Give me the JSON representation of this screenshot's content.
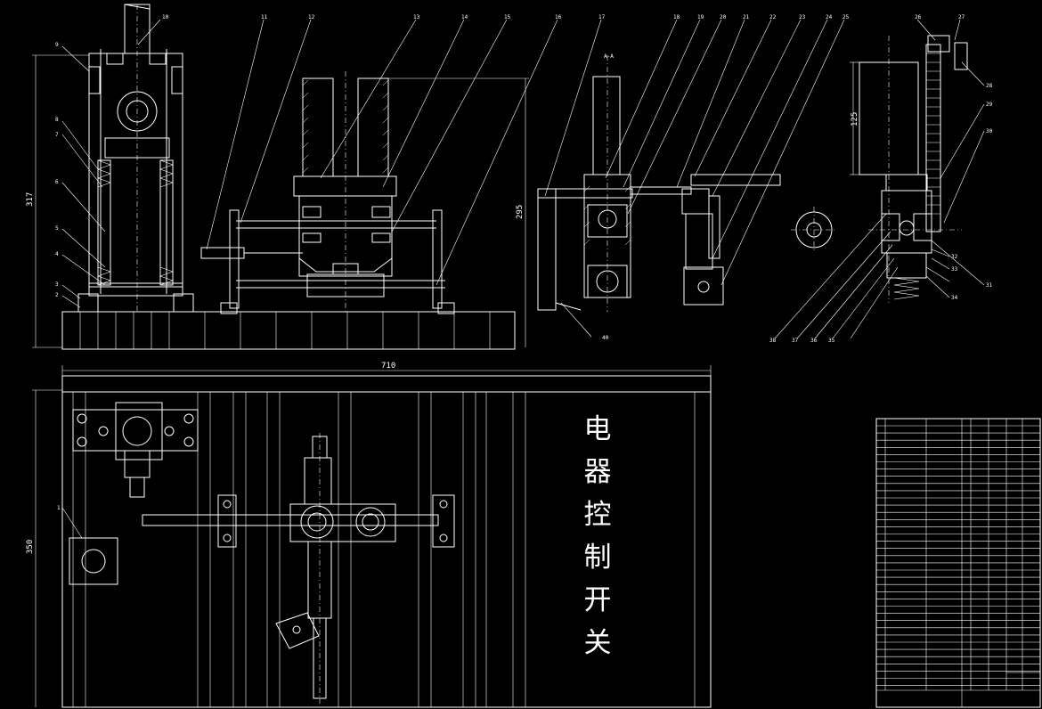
{
  "dimensions": {
    "front_height": "317",
    "middle_height": "295",
    "right_height": "125",
    "plan_width": "710",
    "plan_height": "350"
  },
  "part_numbers_top": [
    "10",
    "11",
    "12",
    "13",
    "14",
    "15",
    "16",
    "17",
    "18",
    "19",
    "20",
    "21",
    "22",
    "23",
    "24",
    "25",
    "26",
    "27"
  ],
  "part_numbers_left": [
    "9",
    "8",
    "7",
    "6",
    "5",
    "4",
    "3",
    "2"
  ],
  "part_numbers_right": [
    "28",
    "29",
    "30",
    "31",
    "32",
    "33",
    "34"
  ],
  "part_numbers_bottom": [
    "40",
    "38",
    "37",
    "36",
    "35"
  ],
  "plan_label": "1",
  "title_vertical": [
    "电",
    "器",
    "控",
    "制",
    "开",
    "关"
  ],
  "colors": {
    "background": "#000000",
    "line": "#ffffff"
  }
}
